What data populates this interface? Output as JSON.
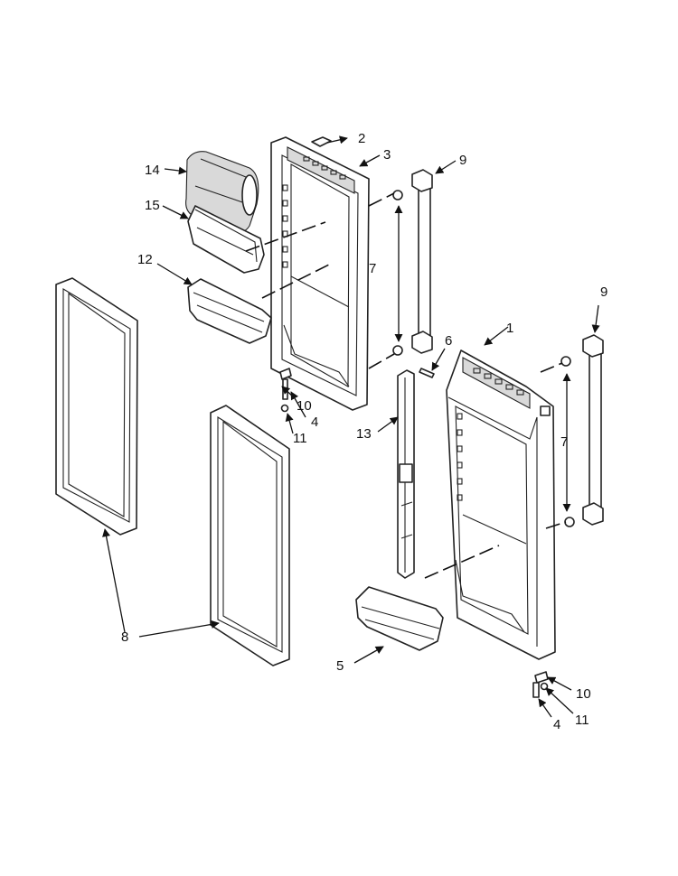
{
  "diagram": {
    "callouts": {
      "c1": "1",
      "c2": "2",
      "c3": "3",
      "c4a": "4",
      "c4b": "4",
      "c5": "5",
      "c6": "6",
      "c7a": "7",
      "c7b": "7",
      "c8": "8",
      "c9a": "9",
      "c9b": "9",
      "c10a": "10",
      "c10b": "10",
      "c11a": "11",
      "c11b": "11",
      "c12": "12",
      "c13": "13",
      "c14": "14",
      "c15": "15"
    }
  }
}
